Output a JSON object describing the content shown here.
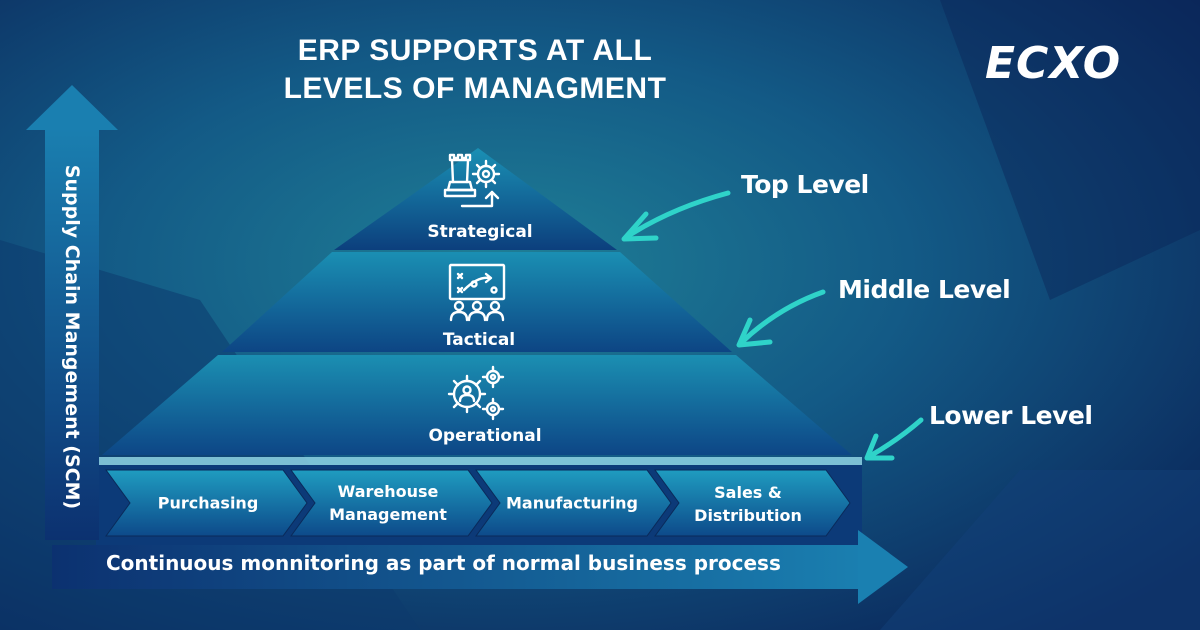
{
  "title": {
    "line1": "ERP SUPPORTS AT ALL",
    "line2": "LEVELS OF MANAGMENT"
  },
  "brand": {
    "logo_text": "ECXO"
  },
  "vertical_axis": {
    "label": "Supply Chain Mangement (SCM)"
  },
  "pyramid": {
    "tiers": [
      {
        "label": "Strategical",
        "icon": "chess-gear-icon"
      },
      {
        "label": "Tactical",
        "icon": "strategy-board-team-icon"
      },
      {
        "label": "Operational",
        "icon": "gears-person-icon"
      }
    ]
  },
  "levels": [
    {
      "label": "Top Level"
    },
    {
      "label": "Middle Level"
    },
    {
      "label": "Lower Level"
    }
  ],
  "processes": [
    {
      "lines": [
        "Purchasing"
      ]
    },
    {
      "lines": [
        "Warehouse",
        "Management"
      ]
    },
    {
      "lines": [
        "Manufacturing"
      ]
    },
    {
      "lines": [
        "Sales &",
        "Distribution"
      ]
    }
  ],
  "bottom_arrow": {
    "label": "Continuous monnitoring as part of normal business process"
  },
  "colors": {
    "background": "#0b2a5c",
    "accent_teal": "#2fd3c9",
    "text": "#ffffff"
  }
}
